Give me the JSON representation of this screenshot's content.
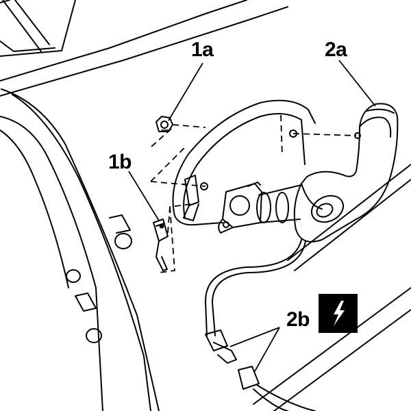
{
  "labels": {
    "part_1a": "1a",
    "part_2a": "2a",
    "part_1b": "1b",
    "part_2b": "2b"
  },
  "icons": {
    "warning": "lightning-bolt-icon"
  },
  "colors": {
    "line": "#000000",
    "fill": "#ffffff",
    "badge": "#000000"
  }
}
